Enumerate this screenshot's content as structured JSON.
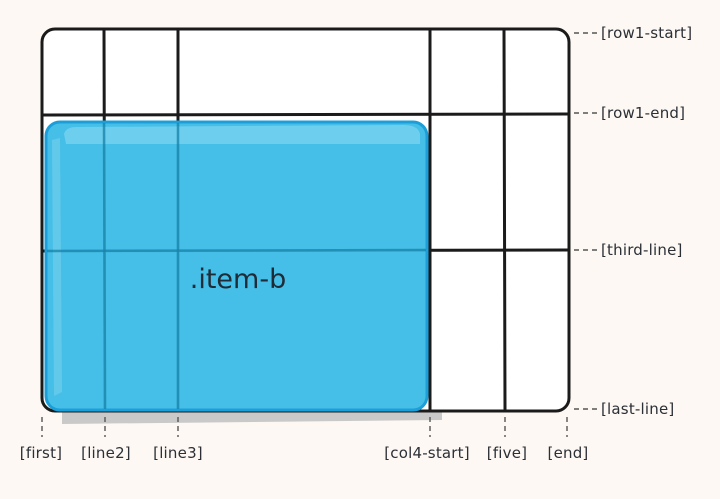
{
  "diagram": {
    "item": {
      "label": ".item-b",
      "fill_color": "#3fbde6",
      "border_color": "#1c9fd8",
      "shadow_color": "#c9c9c9"
    },
    "grid": {
      "line_color": "#1b1b1b",
      "background": "#ffffff"
    },
    "column_labels": [
      "[first]",
      "[line2]",
      "[line3]",
      "[col4-start]",
      "[five]",
      "[end]"
    ],
    "row_labels": [
      "[row1-start]",
      "[row1-end]",
      "[third-line]",
      "[last-line]"
    ]
  }
}
